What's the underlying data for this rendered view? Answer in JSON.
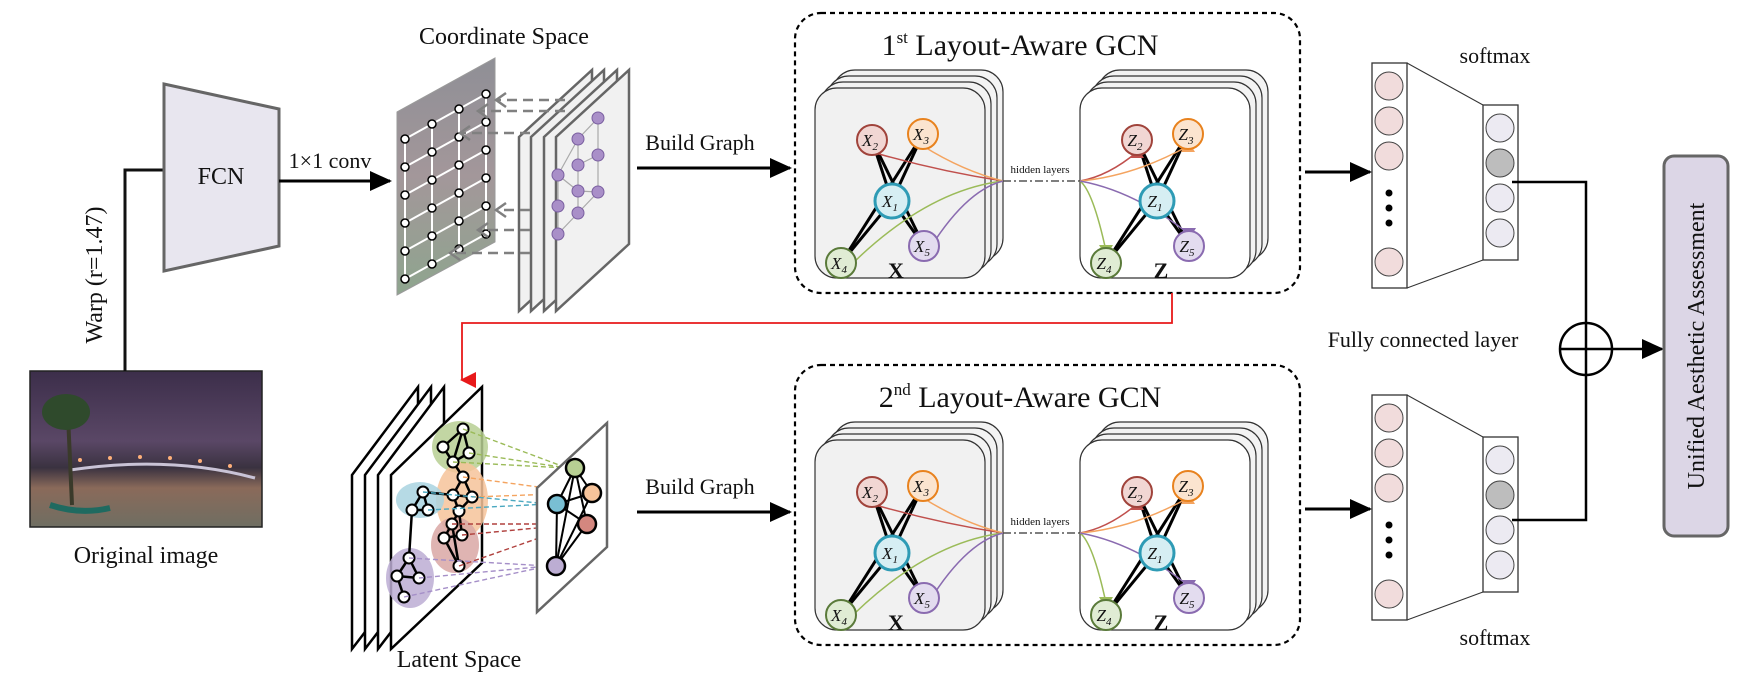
{
  "diagram": {
    "warp_label": "Warp (r=1.47)",
    "original_image_label": "Original image",
    "fcn_label": "FCN",
    "conv_label": "1×1 conv",
    "coordinate_space_label": "Coordinate Space",
    "latent_space_label": "Latent Space",
    "build_graph_top": "Build Graph",
    "build_graph_bottom": "Build Graph",
    "gcn1": {
      "ordinal": "1",
      "sup": "st",
      "title": " Layout-Aware GCN"
    },
    "gcn2": {
      "ordinal": "2",
      "sup": "nd",
      "title": " Layout-Aware GCN"
    },
    "hidden_layers": "hidden layers",
    "x_label": "X",
    "z_label": "Z",
    "x_nodes": [
      {
        "name": "X",
        "sub": "1",
        "color": "#2e9bb5",
        "fill": "#d6eef3"
      },
      {
        "name": "X",
        "sub": "2",
        "color": "#a0433b",
        "fill": "#f1d6d3"
      },
      {
        "name": "X",
        "sub": "3",
        "color": "#e8821e",
        "fill": "#fbe4cf"
      },
      {
        "name": "X",
        "sub": "4",
        "color": "#5a7a3a",
        "fill": "#e0ecd4"
      },
      {
        "name": "X",
        "sub": "5",
        "color": "#8a6bb0",
        "fill": "#e3dcef"
      }
    ],
    "z_nodes": [
      {
        "name": "Z",
        "sub": "1",
        "color": "#2e9bb5",
        "fill": "#d6eef3"
      },
      {
        "name": "Z",
        "sub": "2",
        "color": "#a0433b",
        "fill": "#f1d6d3"
      },
      {
        "name": "Z",
        "sub": "3",
        "color": "#e8821e",
        "fill": "#fbe4cf"
      },
      {
        "name": "Z",
        "sub": "4",
        "color": "#5a7a3a",
        "fill": "#e0ecd4"
      },
      {
        "name": "Z",
        "sub": "5",
        "color": "#8a6bb0",
        "fill": "#e3dcef"
      }
    ],
    "edge_colors": {
      "red": "#c0504d",
      "orange": "#f4a460",
      "green": "#9bbb59",
      "purple": "#8a6bb0"
    },
    "softmax_top": "softmax",
    "softmax_bottom": "softmax",
    "fc_label": "Fully connected layer",
    "output_label": "Unified Aesthetic Assessment",
    "colors": {
      "fcn_fill": "#e8e6ef",
      "output_fill": "#dcd6e6",
      "feedback_arrow": "#e8191a",
      "fc_neuron": "#f1dcdc",
      "softmax_neuron": "#eceaf2",
      "softmax_active": "#bdbdbd",
      "grid_node": "#a98fc8"
    }
  }
}
